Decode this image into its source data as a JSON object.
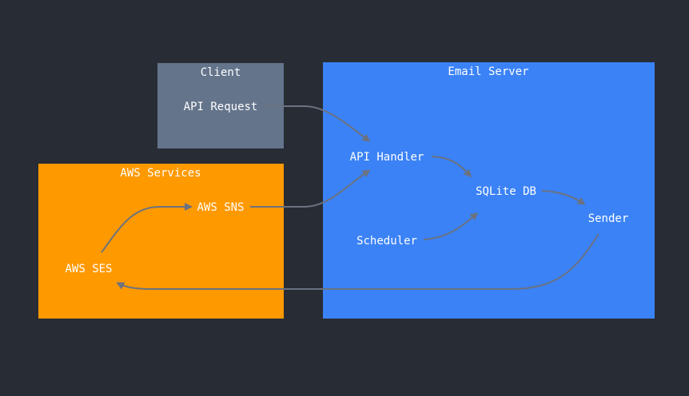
{
  "diagram": {
    "colors": {
      "background": "#282c34",
      "client_fill": "#64748b",
      "aws_fill": "#ff9900",
      "server_fill": "#3b82f6",
      "edge": "#6b7280",
      "text": "#ffffff"
    },
    "groups": {
      "client": {
        "title": "Client"
      },
      "aws": {
        "title": "AWS Services"
      },
      "server": {
        "title": "Email Server"
      }
    },
    "nodes": {
      "api_request": "API Request",
      "aws_sns": "AWS SNS",
      "aws_ses": "AWS SES",
      "api_handler": "API Handler",
      "sqlite_db": "SQLite DB",
      "scheduler": "Scheduler",
      "sender": "Sender"
    },
    "edges": [
      {
        "from": "API Request",
        "to": "API Handler"
      },
      {
        "from": "AWS SNS",
        "to": "API Handler"
      },
      {
        "from": "AWS SES",
        "to": "AWS SNS"
      },
      {
        "from": "API Handler",
        "to": "SQLite DB"
      },
      {
        "from": "Scheduler",
        "to": "SQLite DB"
      },
      {
        "from": "SQLite DB",
        "to": "Sender"
      },
      {
        "from": "Sender",
        "to": "AWS SES"
      }
    ]
  }
}
